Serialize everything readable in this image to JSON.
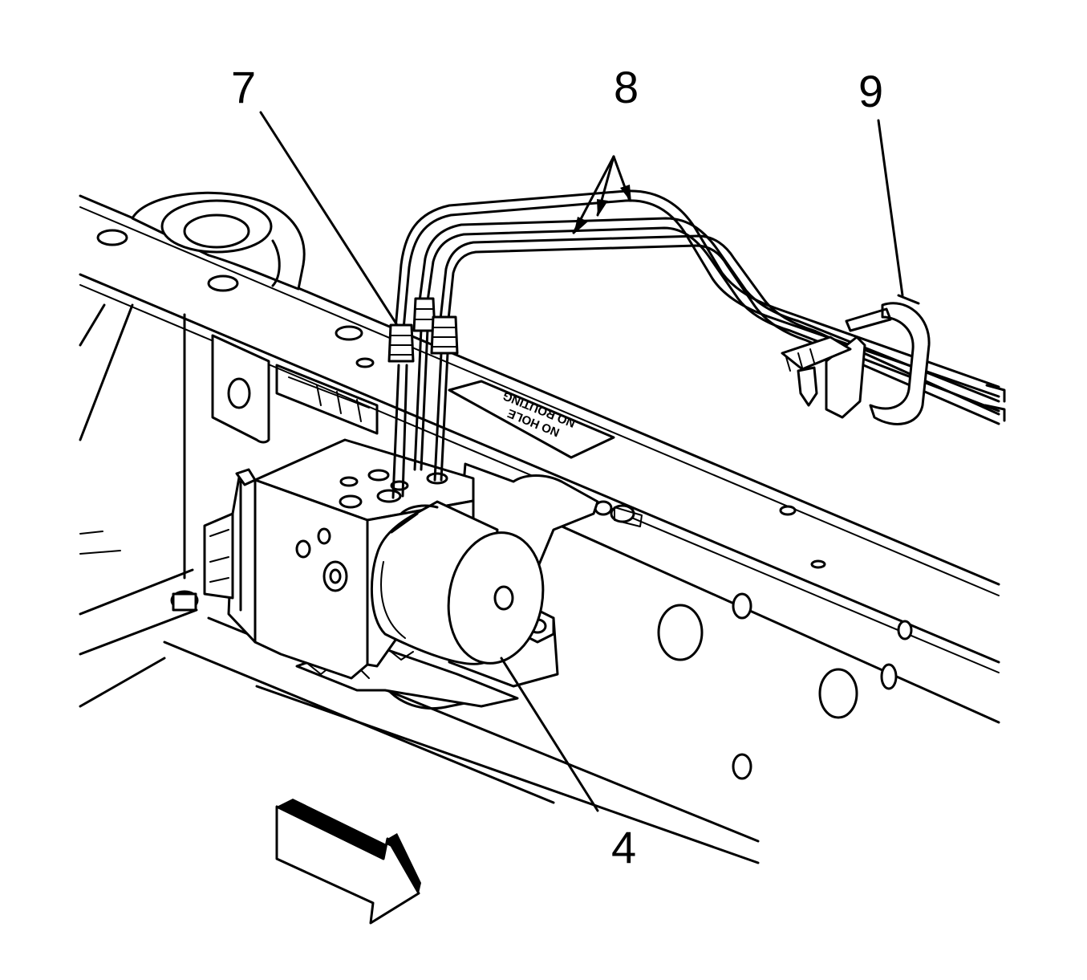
{
  "callouts": [
    {
      "id": "7",
      "label": "7"
    },
    {
      "id": "8",
      "label": "8"
    },
    {
      "id": "9",
      "label": "9"
    },
    {
      "id": "4",
      "label": "4"
    }
  ],
  "decal": {
    "line1": "NO HOLE",
    "line2": "NO ROUTING"
  },
  "colors": {
    "ink": "#000000",
    "paper": "#ffffff"
  }
}
